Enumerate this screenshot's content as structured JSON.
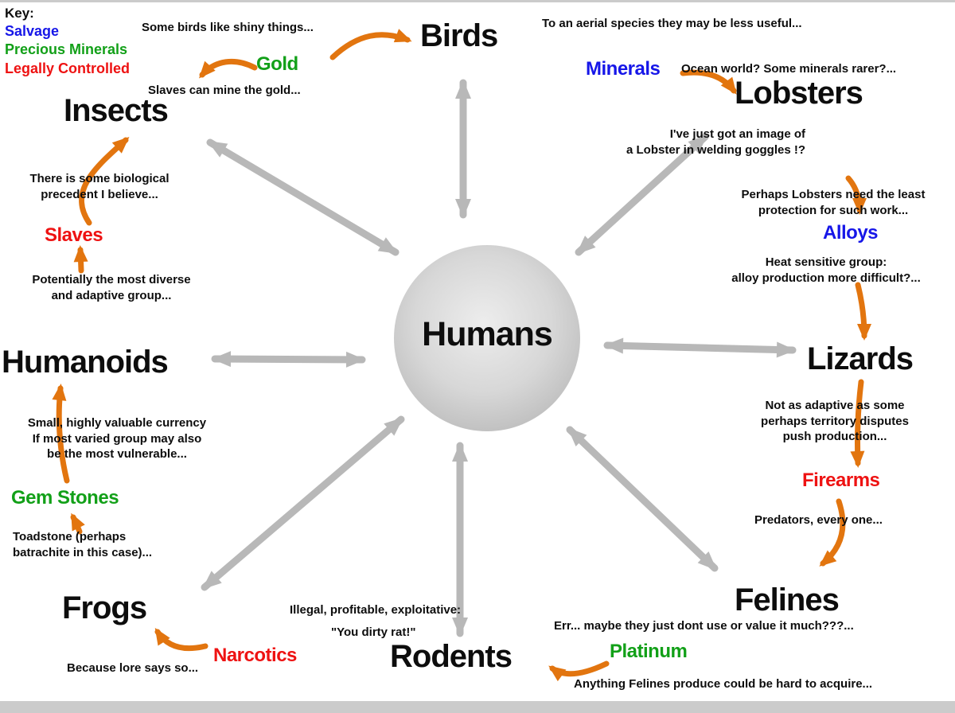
{
  "key": {
    "heading": "Key:",
    "items": [
      {
        "label": "Salvage",
        "color": "#1616e8"
      },
      {
        "label": "Precious Minerals",
        "color": "#12a018"
      },
      {
        "label": "Legally Controlled",
        "color": "#ee1212"
      }
    ]
  },
  "center": {
    "label": "Humans"
  },
  "species": [
    {
      "id": "birds",
      "label": "Birds"
    },
    {
      "id": "lobsters",
      "label": "Lobsters"
    },
    {
      "id": "lizards",
      "label": "Lizards"
    },
    {
      "id": "felines",
      "label": "Felines"
    },
    {
      "id": "rodents",
      "label": "Rodents"
    },
    {
      "id": "frogs",
      "label": "Frogs"
    },
    {
      "id": "humanoids",
      "label": "Humanoids"
    },
    {
      "id": "insects",
      "label": "Insects"
    }
  ],
  "commodities": [
    {
      "id": "gold",
      "label": "Gold",
      "category": "Precious Minerals"
    },
    {
      "id": "minerals",
      "label": "Minerals",
      "category": "Salvage"
    },
    {
      "id": "alloys",
      "label": "Alloys",
      "category": "Salvage"
    },
    {
      "id": "firearms",
      "label": "Firearms",
      "category": "Legally Controlled"
    },
    {
      "id": "platinum",
      "label": "Platinum",
      "category": "Precious Minerals"
    },
    {
      "id": "narcotics",
      "label": "Narcotics",
      "category": "Legally Controlled"
    },
    {
      "id": "gem_stones",
      "label": "Gem Stones",
      "category": "Precious Minerals"
    },
    {
      "id": "slaves",
      "label": "Slaves",
      "category": "Legally Controlled"
    }
  ],
  "notes": [
    {
      "text": "Some birds like shiny things..."
    },
    {
      "text": "To an aerial species they may be less useful..."
    },
    {
      "text": "Ocean world? Some minerals rarer?..."
    },
    {
      "text": "I've just got an image of\na Lobster in welding goggles !?"
    },
    {
      "text": "Perhaps Lobsters need the least\nprotection for such work..."
    },
    {
      "text": "Heat sensitive group:\nalloy production more difficult?..."
    },
    {
      "text": "Not as adaptive as some\nperhaps territory disputes\npush production..."
    },
    {
      "text": "Predators, every one..."
    },
    {
      "text": "Err... maybe they just dont use or value it much???..."
    },
    {
      "text": "Anything Felines produce could be hard to acquire..."
    },
    {
      "text": "Illegal, profitable, exploitative:"
    },
    {
      "text": "\"You dirty rat!\""
    },
    {
      "text": "Because lore says so..."
    },
    {
      "text": "Toadstone (perhaps\nbatrachite in this case)..."
    },
    {
      "text": "Small, highly valuable currency\nIf most varied group may also\nbe the most vulnerable..."
    },
    {
      "text": "Potentially the most diverse\nand adaptive group..."
    },
    {
      "text": "There is some biological\nprecedent I believe..."
    },
    {
      "text": "Slaves can mine the gold..."
    }
  ],
  "colors": {
    "salvage": "#1616e8",
    "precious_minerals": "#12a018",
    "legally_controlled": "#ee1212",
    "trade_arrow_gray": "#b8b8b8",
    "flow_arrow_orange": "#e2750f",
    "hub_circle_gray": "#cfcfcf"
  }
}
